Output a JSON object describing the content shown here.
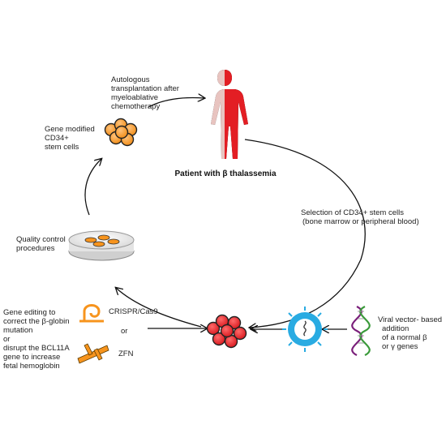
{
  "patient": {
    "caption": "Patient with β thalassemia",
    "healthy_color": "#e8c4c0",
    "disease_color": "#e31e24"
  },
  "transplant": {
    "lines": [
      "Autologous",
      "transplantation after",
      "myeloablative",
      "chemotherapy"
    ]
  },
  "modified_cells": {
    "lines": [
      "Gene modified",
      "CD34+",
      "stem cells"
    ],
    "color": "#f7941d"
  },
  "quality_control": {
    "lines": [
      "Quality control",
      "procedures"
    ]
  },
  "selection": {
    "lines": [
      "Selection of CD34+ stem cells",
      "(bone marrow or peripheral blood)"
    ],
    "cell_color": "#e31e24"
  },
  "gene_editing": {
    "lines": [
      "Gene editing to",
      "correct the β-globin",
      "mutation",
      "or",
      "disrupt the BCL11A",
      "gene to increase",
      "fetal hemoglobin"
    ],
    "tools": [
      "CRISPR/Cas9",
      "or",
      "ZFN"
    ],
    "tool_color": "#f7941d"
  },
  "viral_vector": {
    "lines": [
      "Viral vector- based",
      "addition",
      "of a normal β",
      "or γ genes"
    ],
    "virus_color": "#29abe2"
  }
}
